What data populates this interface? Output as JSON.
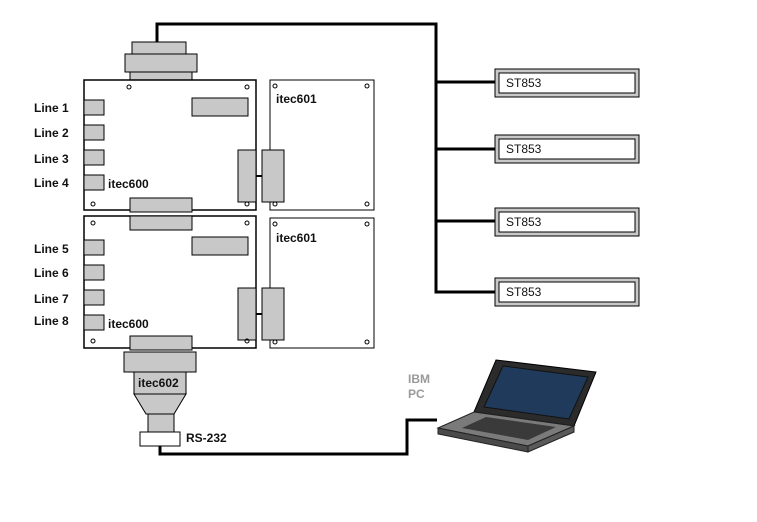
{
  "lines": [
    "Line 1",
    "Line 2",
    "Line 3",
    "Line 4",
    "Line 5",
    "Line 6",
    "Line 7",
    "Line 8"
  ],
  "boards": {
    "controller_top": "itec600",
    "controller_bottom": "itec600",
    "expansion_top": "itec601",
    "expansion_bottom": "itec601",
    "converter": "itec602"
  },
  "interface": "RS-232",
  "computer": {
    "line1": "IBM",
    "line2": "PC"
  },
  "terminals": [
    "ST853",
    "ST853",
    "ST853",
    "ST853"
  ]
}
